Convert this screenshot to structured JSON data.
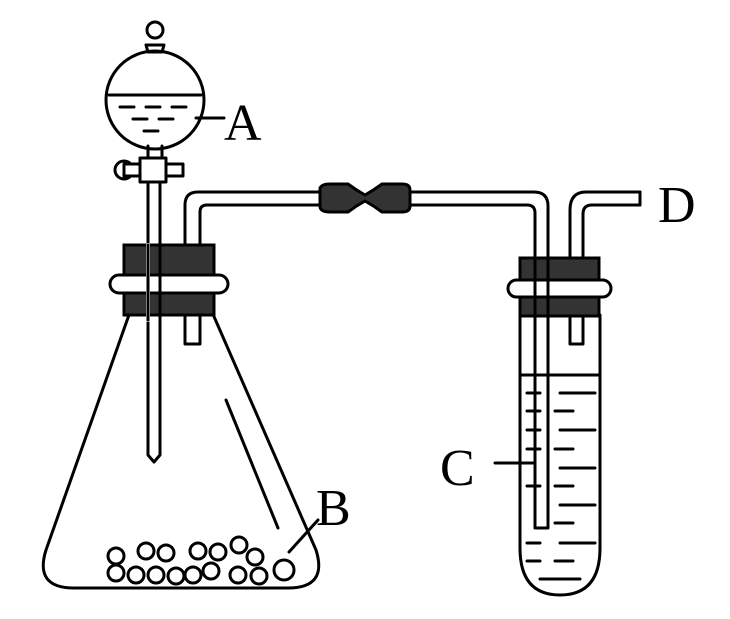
{
  "labels": {
    "funnel": "A",
    "flask_solid": "B",
    "tube_liquid": "C",
    "outlet": "D"
  },
  "colors": {
    "ink": "#000000",
    "stopper": "#333333",
    "background": "#ffffff"
  }
}
